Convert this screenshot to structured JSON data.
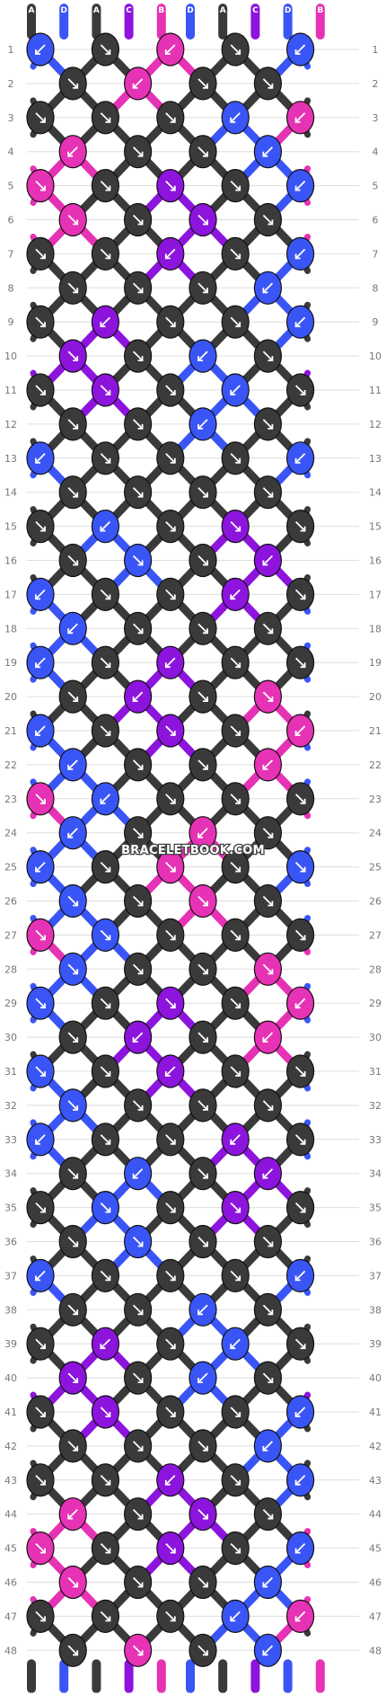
{
  "watermark": "BRACELETBOOK.COM",
  "colors": {
    "A": "#3a3a3a",
    "B": "#e632b4",
    "C": "#8c14dc",
    "D": "#3a55f5"
  },
  "strings": [
    "A",
    "D",
    "A",
    "C",
    "B",
    "D",
    "A",
    "C",
    "D",
    "B"
  ],
  "rows": [
    {
      "n": 1,
      "knots": [
        [
          "D",
          "b"
        ],
        [
          "A",
          "f"
        ],
        [
          "B",
          "b"
        ],
        [
          "A",
          "f"
        ],
        [
          "D",
          "b"
        ]
      ]
    },
    {
      "n": 2,
      "knots": [
        [
          "A",
          "f"
        ],
        [
          "B",
          "b"
        ],
        [
          "A",
          "f"
        ],
        [
          "A",
          "f"
        ]
      ]
    },
    {
      "n": 3,
      "knots": [
        [
          "A",
          "f"
        ],
        [
          "A",
          "f"
        ],
        [
          "A",
          "f"
        ],
        [
          "D",
          "b"
        ],
        [
          "B",
          "b"
        ]
      ]
    },
    {
      "n": 4,
      "knots": [
        [
          "B",
          "b"
        ],
        [
          "A",
          "f"
        ],
        [
          "A",
          "f"
        ],
        [
          "D",
          "b"
        ]
      ]
    },
    {
      "n": 5,
      "knots": [
        [
          "B",
          "f"
        ],
        [
          "A",
          "f"
        ],
        [
          "C",
          "f"
        ],
        [
          "A",
          "f"
        ],
        [
          "D",
          "b"
        ]
      ]
    },
    {
      "n": 6,
      "knots": [
        [
          "B",
          "f"
        ],
        [
          "A",
          "f"
        ],
        [
          "C",
          "f"
        ],
        [
          "A",
          "f"
        ]
      ]
    },
    {
      "n": 7,
      "knots": [
        [
          "A",
          "f"
        ],
        [
          "A",
          "f"
        ],
        [
          "C",
          "b"
        ],
        [
          "A",
          "f"
        ],
        [
          "D",
          "b"
        ]
      ]
    },
    {
      "n": 8,
      "knots": [
        [
          "A",
          "f"
        ],
        [
          "A",
          "f"
        ],
        [
          "A",
          "f"
        ],
        [
          "D",
          "b"
        ]
      ]
    },
    {
      "n": 9,
      "knots": [
        [
          "A",
          "f"
        ],
        [
          "C",
          "b"
        ],
        [
          "A",
          "f"
        ],
        [
          "A",
          "f"
        ],
        [
          "D",
          "b"
        ]
      ]
    },
    {
      "n": 10,
      "knots": [
        [
          "C",
          "f"
        ],
        [
          "A",
          "f"
        ],
        [
          "D",
          "b"
        ],
        [
          "A",
          "f"
        ]
      ]
    },
    {
      "n": 11,
      "knots": [
        [
          "A",
          "f"
        ],
        [
          "C",
          "f"
        ],
        [
          "A",
          "f"
        ],
        [
          "D",
          "b"
        ],
        [
          "A",
          "f"
        ]
      ]
    },
    {
      "n": 12,
      "knots": [
        [
          "A",
          "f"
        ],
        [
          "A",
          "f"
        ],
        [
          "D",
          "b"
        ],
        [
          "A",
          "f"
        ]
      ]
    },
    {
      "n": 13,
      "knots": [
        [
          "D",
          "b"
        ],
        [
          "A",
          "f"
        ],
        [
          "A",
          "f"
        ],
        [
          "A",
          "f"
        ],
        [
          "D",
          "b"
        ]
      ]
    },
    {
      "n": 14,
      "knots": [
        [
          "A",
          "f"
        ],
        [
          "A",
          "f"
        ],
        [
          "A",
          "f"
        ],
        [
          "A",
          "f"
        ]
      ]
    },
    {
      "n": 15,
      "knots": [
        [
          "A",
          "f"
        ],
        [
          "D",
          "b"
        ],
        [
          "A",
          "f"
        ],
        [
          "C",
          "f"
        ],
        [
          "A",
          "f"
        ]
      ]
    },
    {
      "n": 16,
      "knots": [
        [
          "A",
          "f"
        ],
        [
          "D",
          "f"
        ],
        [
          "A",
          "f"
        ],
        [
          "C",
          "b"
        ]
      ]
    },
    {
      "n": 17,
      "knots": [
        [
          "D",
          "b"
        ],
        [
          "A",
          "f"
        ],
        [
          "A",
          "f"
        ],
        [
          "C",
          "b"
        ],
        [
          "A",
          "f"
        ]
      ]
    },
    {
      "n": 18,
      "knots": [
        [
          "D",
          "b"
        ],
        [
          "A",
          "f"
        ],
        [
          "A",
          "f"
        ],
        [
          "A",
          "f"
        ]
      ]
    },
    {
      "n": 19,
      "knots": [
        [
          "D",
          "b"
        ],
        [
          "A",
          "f"
        ],
        [
          "C",
          "b"
        ],
        [
          "A",
          "f"
        ],
        [
          "A",
          "f"
        ]
      ]
    },
    {
      "n": 20,
      "knots": [
        [
          "A",
          "f"
        ],
        [
          "C",
          "b"
        ],
        [
          "A",
          "f"
        ],
        [
          "B",
          "f"
        ]
      ]
    },
    {
      "n": 21,
      "knots": [
        [
          "D",
          "b"
        ],
        [
          "A",
          "f"
        ],
        [
          "C",
          "f"
        ],
        [
          "A",
          "f"
        ],
        [
          "B",
          "b"
        ]
      ]
    },
    {
      "n": 22,
      "knots": [
        [
          "D",
          "b"
        ],
        [
          "A",
          "f"
        ],
        [
          "A",
          "f"
        ],
        [
          "B",
          "b"
        ]
      ]
    },
    {
      "n": 23,
      "knots": [
        [
          "B",
          "f"
        ],
        [
          "D",
          "b"
        ],
        [
          "A",
          "f"
        ],
        [
          "A",
          "f"
        ],
        [
          "A",
          "f"
        ]
      ]
    },
    {
      "n": 24,
      "knots": [
        [
          "D",
          "b"
        ],
        [
          "A",
          "f"
        ],
        [
          "B",
          "b"
        ],
        [
          "A",
          "f"
        ]
      ]
    },
    {
      "n": 25,
      "knots": [
        [
          "D",
          "b"
        ],
        [
          "A",
          "f"
        ],
        [
          "B",
          "f"
        ],
        [
          "A",
          "f"
        ],
        [
          "D",
          "f"
        ]
      ]
    },
    {
      "n": 26,
      "knots": [
        [
          "D",
          "f"
        ],
        [
          "A",
          "f"
        ],
        [
          "B",
          "f"
        ],
        [
          "A",
          "f"
        ]
      ]
    },
    {
      "n": 27,
      "knots": [
        [
          "B",
          "f"
        ],
        [
          "D",
          "f"
        ],
        [
          "A",
          "f"
        ],
        [
          "A",
          "f"
        ],
        [
          "A",
          "f"
        ]
      ]
    },
    {
      "n": 28,
      "knots": [
        [
          "D",
          "f"
        ],
        [
          "A",
          "f"
        ],
        [
          "A",
          "f"
        ],
        [
          "B",
          "f"
        ]
      ]
    },
    {
      "n": 29,
      "knots": [
        [
          "D",
          "f"
        ],
        [
          "A",
          "f"
        ],
        [
          "C",
          "f"
        ],
        [
          "A",
          "f"
        ],
        [
          "B",
          "b"
        ]
      ]
    },
    {
      "n": 30,
      "knots": [
        [
          "A",
          "f"
        ],
        [
          "C",
          "b"
        ],
        [
          "A",
          "f"
        ],
        [
          "B",
          "b"
        ]
      ]
    },
    {
      "n": 31,
      "knots": [
        [
          "D",
          "f"
        ],
        [
          "A",
          "f"
        ],
        [
          "C",
          "b"
        ],
        [
          "A",
          "f"
        ],
        [
          "A",
          "f"
        ]
      ]
    },
    {
      "n": 32,
      "knots": [
        [
          "D",
          "f"
        ],
        [
          "A",
          "f"
        ],
        [
          "A",
          "f"
        ],
        [
          "A",
          "f"
        ]
      ]
    },
    {
      "n": 33,
      "knots": [
        [
          "D",
          "b"
        ],
        [
          "A",
          "f"
        ],
        [
          "A",
          "f"
        ],
        [
          "C",
          "b"
        ],
        [
          "A",
          "f"
        ]
      ]
    },
    {
      "n": 34,
      "knots": [
        [
          "A",
          "f"
        ],
        [
          "D",
          "b"
        ],
        [
          "A",
          "f"
        ],
        [
          "C",
          "b"
        ]
      ]
    },
    {
      "n": 35,
      "knots": [
        [
          "A",
          "f"
        ],
        [
          "D",
          "f"
        ],
        [
          "A",
          "f"
        ],
        [
          "C",
          "f"
        ],
        [
          "A",
          "f"
        ]
      ]
    },
    {
      "n": 36,
      "knots": [
        [
          "A",
          "f"
        ],
        [
          "D",
          "f"
        ],
        [
          "A",
          "f"
        ],
        [
          "A",
          "f"
        ]
      ]
    },
    {
      "n": 37,
      "knots": [
        [
          "D",
          "b"
        ],
        [
          "A",
          "f"
        ],
        [
          "A",
          "f"
        ],
        [
          "A",
          "f"
        ],
        [
          "D",
          "b"
        ]
      ]
    },
    {
      "n": 38,
      "knots": [
        [
          "A",
          "f"
        ],
        [
          "A",
          "f"
        ],
        [
          "D",
          "b"
        ],
        [
          "A",
          "f"
        ]
      ]
    },
    {
      "n": 39,
      "knots": [
        [
          "A",
          "f"
        ],
        [
          "C",
          "b"
        ],
        [
          "A",
          "f"
        ],
        [
          "D",
          "b"
        ],
        [
          "A",
          "f"
        ]
      ]
    },
    {
      "n": 40,
      "knots": [
        [
          "C",
          "f"
        ],
        [
          "A",
          "f"
        ],
        [
          "D",
          "b"
        ],
        [
          "A",
          "f"
        ]
      ]
    },
    {
      "n": 41,
      "knots": [
        [
          "A",
          "f"
        ],
        [
          "C",
          "f"
        ],
        [
          "A",
          "f"
        ],
        [
          "A",
          "f"
        ],
        [
          "D",
          "b"
        ]
      ]
    },
    {
      "n": 42,
      "knots": [
        [
          "A",
          "f"
        ],
        [
          "A",
          "f"
        ],
        [
          "A",
          "f"
        ],
        [
          "D",
          "b"
        ]
      ]
    },
    {
      "n": 43,
      "knots": [
        [
          "A",
          "f"
        ],
        [
          "A",
          "f"
        ],
        [
          "C",
          "b"
        ],
        [
          "A",
          "f"
        ],
        [
          "D",
          "b"
        ]
      ]
    },
    {
      "n": 44,
      "knots": [
        [
          "B",
          "b"
        ],
        [
          "A",
          "f"
        ],
        [
          "C",
          "f"
        ],
        [
          "A",
          "f"
        ]
      ]
    },
    {
      "n": 45,
      "knots": [
        [
          "B",
          "f"
        ],
        [
          "A",
          "f"
        ],
        [
          "C",
          "f"
        ],
        [
          "A",
          "f"
        ],
        [
          "D",
          "b"
        ]
      ]
    },
    {
      "n": 46,
      "knots": [
        [
          "B",
          "f"
        ],
        [
          "A",
          "f"
        ],
        [
          "A",
          "f"
        ],
        [
          "D",
          "b"
        ]
      ]
    },
    {
      "n": 47,
      "knots": [
        [
          "A",
          "f"
        ],
        [
          "A",
          "f"
        ],
        [
          "A",
          "f"
        ],
        [
          "D",
          "b"
        ],
        [
          "B",
          "b"
        ]
      ]
    },
    {
      "n": 48,
      "knots": [
        [
          "A",
          "f"
        ],
        [
          "B",
          "f"
        ],
        [
          "A",
          "f"
        ],
        [
          "D",
          "b"
        ]
      ]
    }
  ]
}
